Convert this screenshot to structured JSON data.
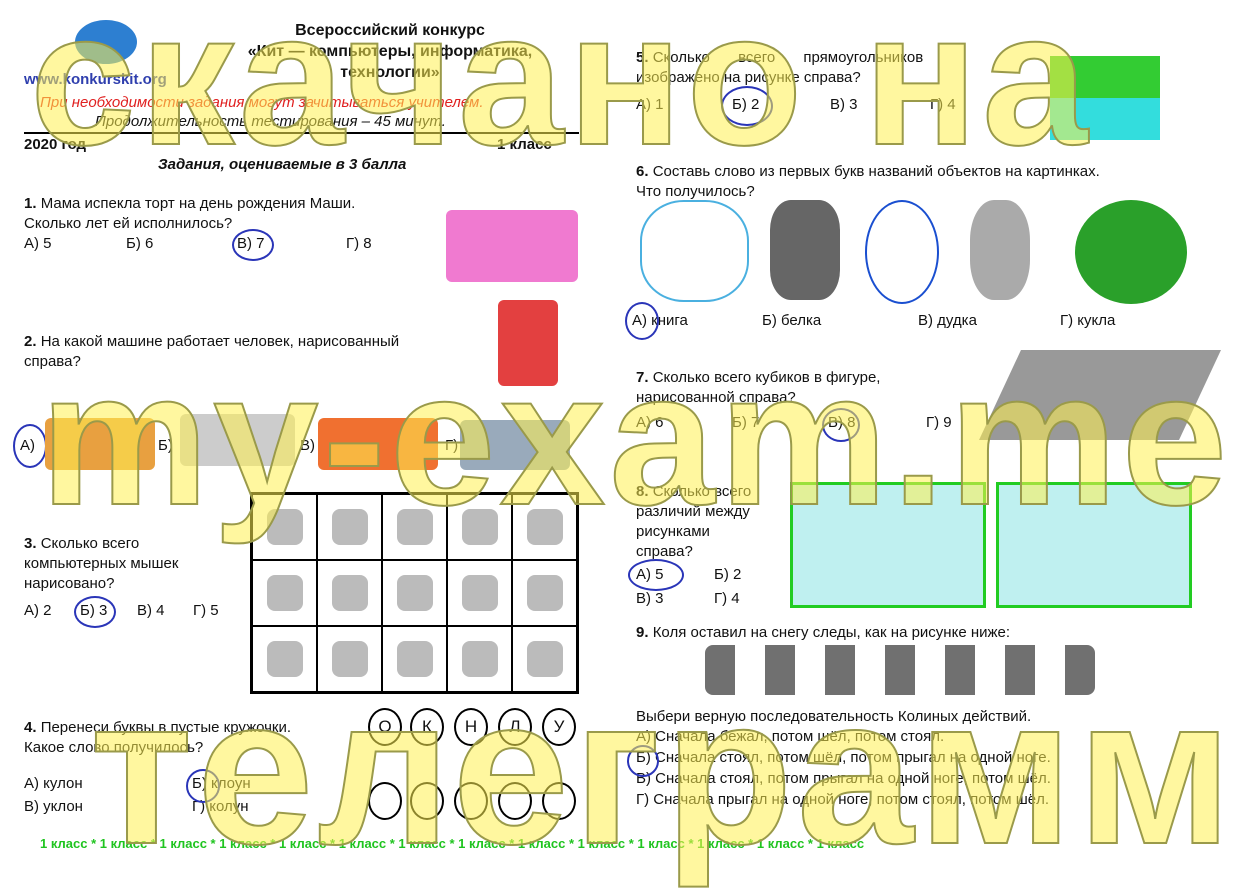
{
  "header": {
    "logo_url": "www.konkurskit.org",
    "title1": "Всероссийский конкурс",
    "title2": "«Кит — компьютеры, информатика,",
    "title3": "технологии»",
    "note_red": "При необходимости задания могут зачитываться учителем.",
    "duration": "Продолжительность тестирования – 45 минут.",
    "year": "2020 год",
    "grade": "1 класс",
    "section": "Задания, оцениваемые в 3 балла"
  },
  "q1": {
    "num": "1.",
    "text1": "Мама испекла торт на день рождения Маши.",
    "text2": "Сколько лет ей исполнилось?",
    "options": [
      "А) 5",
      "Б) 6",
      "В) 7",
      "Г) 8"
    ]
  },
  "q2": {
    "num": "2.",
    "text1": "На какой машине работает человек, нарисованный",
    "text2": "справа?",
    "options": [
      "А)",
      "Б)",
      "В)",
      "Г)"
    ]
  },
  "q3": {
    "num": "3.",
    "text1": "Сколько всего",
    "text2": "компьютерных мышек",
    "text3": "нарисовано?",
    "options": [
      "А) 2",
      "Б) 3",
      "В) 4",
      "Г) 5"
    ]
  },
  "q4": {
    "num": "4.",
    "text1": "Перенеси буквы в пустые кружочки.",
    "text2": "Какое слово получилось?",
    "letters": [
      "О",
      "К",
      "Н",
      "Л",
      "У"
    ],
    "options": [
      "А) кулон",
      "Б) клоун",
      "В) уклон",
      "Г) колун"
    ]
  },
  "q5": {
    "num": "5.",
    "text1": "Сколько всего прямоугольников",
    "text2": "изображено на рисунке справа?",
    "options": [
      "А) 1",
      "Б) 2",
      "В) 3",
      "Г) 4"
    ]
  },
  "q6": {
    "num": "6.",
    "text1": "Составь слово из первых букв названий объектов на картинках.",
    "text2": "Что получилось?",
    "options": [
      "А) книга",
      "Б) белка",
      "В) дудка",
      "Г) кукла"
    ]
  },
  "q7": {
    "num": "7.",
    "text1": "Сколько всего кубиков в фигуре,",
    "text2": "нарисованной справа?",
    "options": [
      "А) 6",
      "Б) 7",
      "В) 8",
      "Г) 9"
    ]
  },
  "q8": {
    "num": "8.",
    "text1": "Сколько всего",
    "text2": "различий между",
    "text3": "рисунками",
    "text4": "справа?",
    "options": [
      "А) 5",
      "Б) 2",
      "В) 3",
      "Г) 4"
    ]
  },
  "q9": {
    "num": "9.",
    "text1": "Коля оставил на снегу следы, как на рисунке ниже:",
    "prompt": "Выбери верную последовательность Колиных действий.",
    "options": [
      "А) Сначала бежал, потом шёл, потом стоял.",
      "Б) Сначала стоял, потом шёл, потом прыгал на одной ноге.",
      "В) Сначала стоял, потом прыгал на одной ноге, потом шёл.",
      "Г) Сначала прыгал на одной ноге, потом стоял, потом шёл."
    ]
  },
  "footer": "1 класс  *  1 класс  *  1 класс  *  1 класс  *  1 класс  *  1 класс  *  1 класс  *  1 класс  *  1 класс  *  1 класс  *  1 класс  *  1 класс  *  1 класс  *  1 класс",
  "watermark": {
    "line1": "скачано на",
    "line2": "my-exam.me",
    "line3": "телеграмм"
  }
}
